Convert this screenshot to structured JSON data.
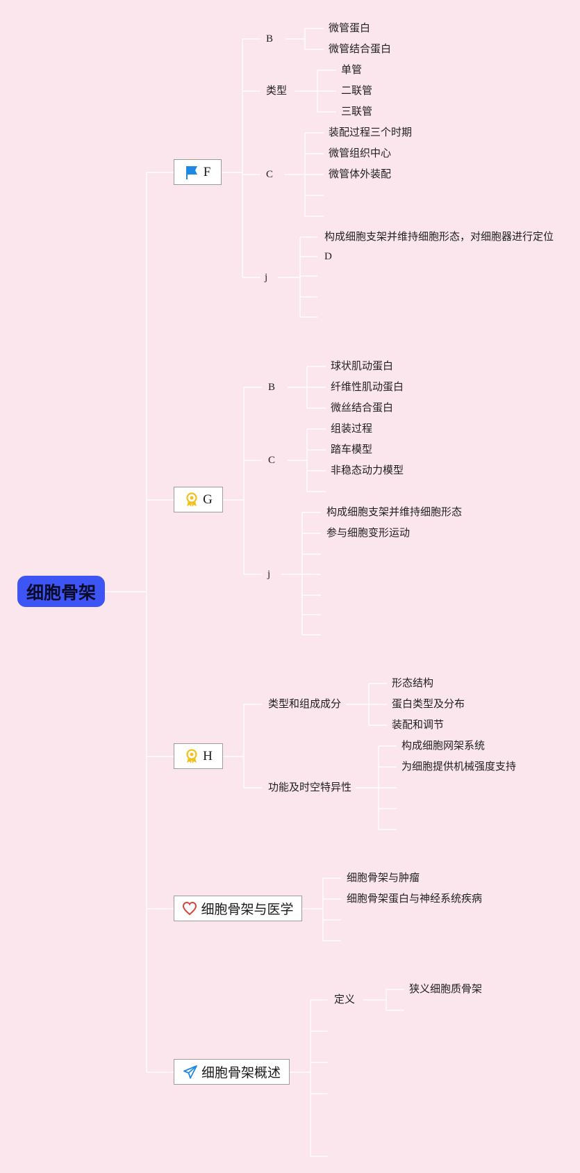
{
  "root": {
    "label": "细胞骨架"
  },
  "branches": [
    {
      "label": "F",
      "icon": "flag-icon",
      "children": [
        {
          "label": "B",
          "children": [
            "微管蛋白",
            "微管结合蛋白"
          ]
        },
        {
          "label": "类型",
          "children": [
            "单管",
            "二联管",
            "三联管"
          ]
        },
        {
          "label": "C",
          "children": [
            "装配过程三个时期",
            "微管组织中心",
            "微管体外装配",
            "",
            ""
          ]
        },
        {
          "label": "j",
          "children": [
            "构成细胞支架并维持细胞形态，对细胞器进行定位",
            "D",
            "",
            "",
            ""
          ]
        }
      ]
    },
    {
      "label": "G",
      "icon": "award-ribbon-icon",
      "children": [
        {
          "label": "B",
          "children": [
            "球状肌动蛋白",
            "纤维性肌动蛋白",
            "微丝结合蛋白"
          ]
        },
        {
          "label": "C",
          "children": [
            "组装过程",
            "踏车模型",
            "非稳态动力模型",
            ""
          ]
        },
        {
          "label": "j",
          "children": [
            "构成细胞支架并维持细胞形态",
            "参与细胞变形运动",
            "",
            "",
            "",
            "",
            ""
          ]
        }
      ]
    },
    {
      "label": "H",
      "icon": "award-ribbon-icon",
      "children": [
        {
          "label": "类型和组成成分",
          "children": [
            "形态结构",
            "蛋白类型及分布",
            "装配和调节"
          ]
        },
        {
          "label": "功能及时空特异性",
          "children": [
            "构成细胞网架系统",
            "为细胞提供机械强度支持",
            "",
            "",
            ""
          ]
        }
      ]
    },
    {
      "label": "细胞骨架与医学",
      "icon": "heart-icon",
      "children": [
        {
          "label": "细胞骨架与肿瘤",
          "children": []
        },
        {
          "label": "细胞骨架蛋白与神经系统疾病",
          "children": []
        },
        {
          "label": "",
          "children": []
        },
        {
          "label": "",
          "children": []
        }
      ]
    },
    {
      "label": "细胞骨架概述",
      "icon": "paper-plane-icon",
      "children": [
        {
          "label": "定义",
          "children": [
            "狭义细胞质骨架",
            ""
          ]
        },
        {
          "label": "",
          "children": []
        },
        {
          "label": "",
          "children": []
        },
        {
          "label": "",
          "children": []
        }
      ]
    }
  ],
  "colors": {
    "background": "#fbe6ed",
    "root_fill": "#3d55f4",
    "connector": "#ffffff",
    "flag": "#1e88e5",
    "award": "#f4c01a",
    "heart": "#d9453b",
    "plane": "#1e88e5"
  }
}
